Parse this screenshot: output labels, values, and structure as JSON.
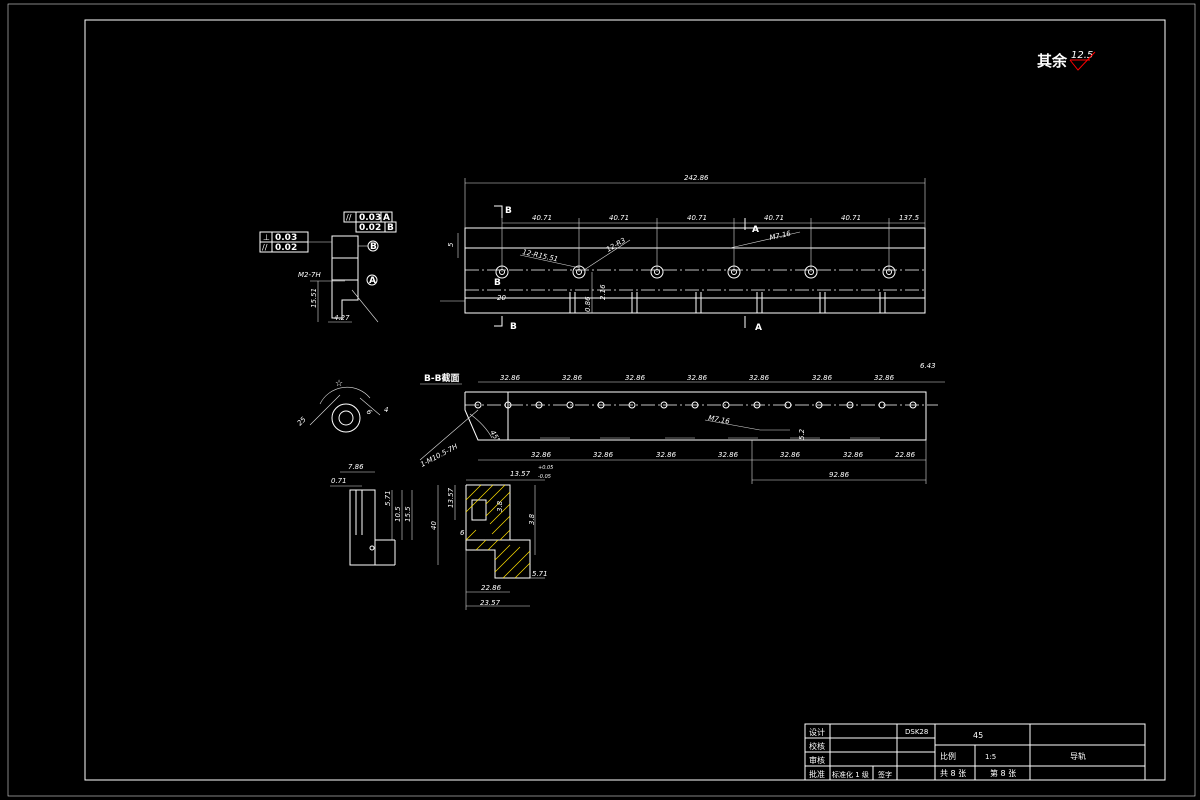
{
  "roughness": {
    "label": "其余",
    "value": "12.5"
  },
  "views": {
    "top": {
      "overall": "242.86",
      "spacings": [
        "40.71",
        "40.71",
        "40.71",
        "40.71",
        "40.71"
      ],
      "end": "137.5",
      "height_5": "5",
      "hole_note1": "12-R15.51",
      "hole_note2": "12-R3",
      "small_note": "M7.16",
      "dim_20": "20",
      "dim_2_16": "2.16",
      "dim_0_86": "0.86",
      "section_b_top": "B",
      "section_b_bot": "B",
      "section_b_mid": "B",
      "section_a_top": "A",
      "section_a_bot": "A"
    },
    "front": {
      "section_title": "B-B截面",
      "spacings_top": [
        "32.86",
        "32.86",
        "32.86",
        "32.86",
        "32.86",
        "32.86",
        "32.86"
      ],
      "end_dim": "6.43",
      "spacings_bot": [
        "32.86",
        "32.86",
        "32.86",
        "32.86",
        "32.86",
        "32.86",
        "22.86"
      ],
      "bottom_total": "92.86",
      "note": "M7.16",
      "side_note": "5.2",
      "chamfer_note": "1-M10.5-7H",
      "angle": "45°"
    },
    "side": {
      "tol1": "0.03",
      "tol2": "0.02",
      "tol3": "0.03",
      "tol4": "0.02",
      "datum_a": "A",
      "datum_b": "B",
      "datum_ref_a": "A",
      "datum_ref_b": "B",
      "thread": "M2-7H",
      "dim_v": "15.51",
      "dim_h": "4.27"
    },
    "detail": {
      "dim_a": "25",
      "dim_b": "6",
      "dim_c": "4"
    },
    "small": {
      "w1": "7.86",
      "w2": "0.71",
      "h1": "5.71",
      "h2": "10.5",
      "h3": "15.5"
    },
    "section": {
      "top": "13.57",
      "top_sup": "+0.05",
      "top_sub": "-0.05",
      "left_h": "13.57",
      "mid": "6",
      "h40": "40",
      "right": "3.8",
      "right2": "3.8",
      "bot_small": "22.86",
      "bot_total": "23.57",
      "step": "5.71"
    }
  },
  "title_block": {
    "rows": [
      "设计",
      "校核",
      "审核",
      "批准"
    ],
    "material": "45",
    "ratio_label": "比例",
    "ratio_value": "1:5",
    "sheets": "共 8 张",
    "sheet_no": "第 8 张",
    "part_name": "导轨",
    "drawing_no": "DSK28",
    "stamp": "标准化 1 级",
    "sign": "签字"
  }
}
